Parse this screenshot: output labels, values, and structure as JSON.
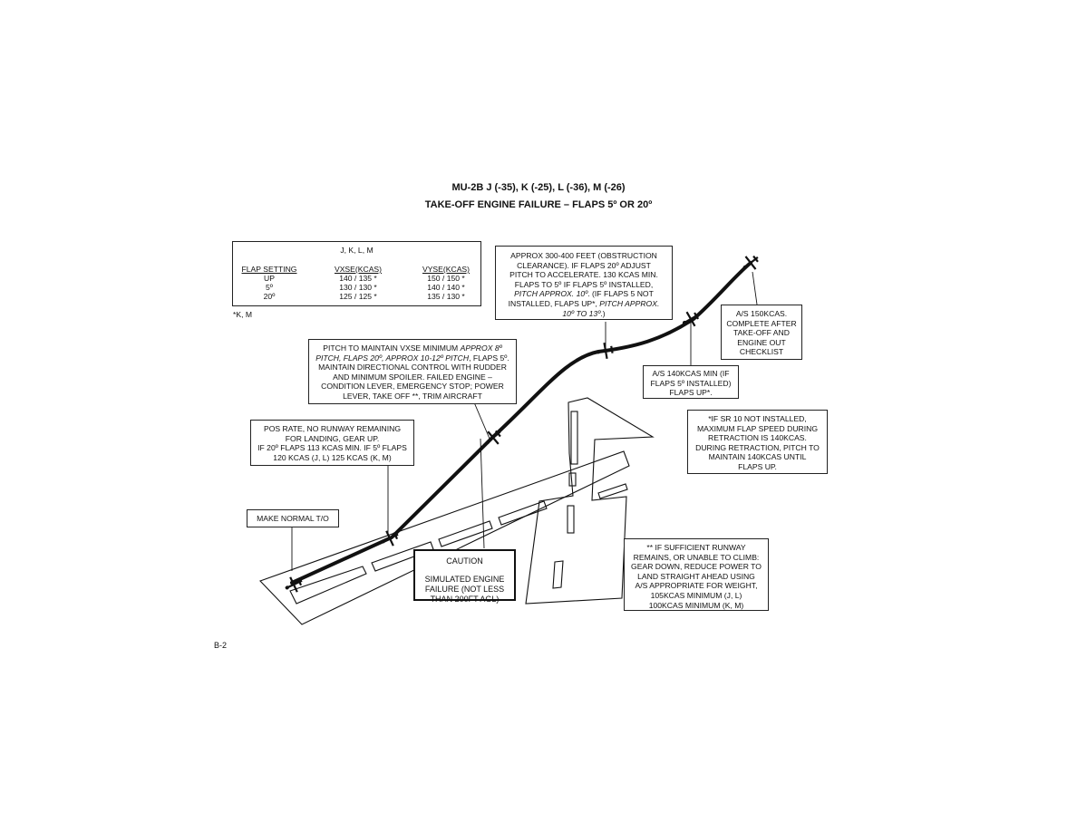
{
  "header": {
    "title": "MU-2B J (-35), K (-25), L (-36), M (-26)",
    "subtitle": "TAKE-OFF ENGINE FAILURE – FLAPS 5º OR 20º"
  },
  "flap_table": {
    "models": "J, K, L, M",
    "headers": [
      "FLAP SETTING",
      "VXSE(KCAS)",
      "VYSE(KCAS)"
    ],
    "rows": [
      [
        "UP",
        "140 / 135 *",
        "150 / 150 *"
      ],
      [
        "5º",
        "130 / 130 *",
        "140 / 140 *"
      ],
      [
        "20º",
        "125 / 125 *",
        "135 / 130 *"
      ]
    ],
    "footnote": "*K, M"
  },
  "callouts": {
    "normal_to": "MAKE NORMAL T/O",
    "pos_rate": [
      "POS RATE, NO RUNWAY REMAINING",
      "FOR LANDING, GEAR UP.",
      "IF 20º FLAPS 113 KCAS MIN. IF 5º FLAPS",
      "120 KCAS (J, L) 125 KCAS (K, M)"
    ],
    "pitch_vxse": {
      "l1a": "PITCH TO MAINTAIN VXSE MINIMUM ",
      "l1b": "APPROX 8º",
      "l2a": "PITCH, FLAPS 20º, APPROX 10-12º PITCH",
      "l2b": ", FLAPS 5º.",
      "l3": "MAINTAIN DIRECTIONAL CONTROL WITH RUDDER",
      "l4": "AND MINIMUM SPOILER.  FAILED ENGINE –",
      "l5": "CONDITION LEVER, EMERGENCY STOP; POWER",
      "l6": "LEVER, TAKE OFF **, TRIM AIRCRAFT"
    },
    "approx_300": {
      "l1": "APPROX 300-400 FEET (OBSTRUCTION",
      "l2": "CLEARANCE).  IF FLAPS 20º ADJUST",
      "l3": "PITCH TO ACCELERATE. 130 KCAS MIN.",
      "l4": "FLAPS TO 5º IF FLAPS 5º INSTALLED,",
      "l5": "PITCH APPROX. 10º",
      "l5b": ". (IF FLAPS 5 NOT",
      "l6a": "INSTALLED, FLAPS UP*, ",
      "l6b": "PITCH APPROX.",
      "l7a": "10º TO 13º",
      "l7b": ".)"
    },
    "as140": [
      "A/S 140KCAS MIN (IF",
      "FLAPS 5º INSTALLED)",
      "FLAPS UP*."
    ],
    "as150": [
      "A/S 150KCAS.",
      "COMPLETE AFTER",
      "TAKE-OFF AND",
      "ENGINE OUT",
      "CHECKLIST"
    ],
    "sr10": [
      "*IF SR 10 NOT INSTALLED,",
      "MAXIMUM FLAP SPEED DURING",
      "RETRACTION IS 140KCAS.",
      "DURING RETRACTION, PITCH TO",
      "MAINTAIN 140KCAS UNTIL",
      "FLAPS UP."
    ],
    "sufficient": [
      "** IF SUFFICIENT RUNWAY",
      "REMAINS, OR UNABLE TO CLIMB:",
      "GEAR DOWN, REDUCE POWER TO",
      "LAND STRAIGHT AHEAD USING",
      "A/S APPROPRIATE FOR WEIGHT,",
      "105KCAS MINIMUM (J, L)",
      "100KCAS MINIMUM (K, M)"
    ],
    "caution": {
      "head": "CAUTION",
      "body": [
        "SIMULATED ENGINE",
        "FAILURE (NOT LESS",
        "THAN 200FT AGL)"
      ]
    }
  },
  "page_number": "B-2",
  "colors": {
    "ink": "#111111",
    "paper": "#ffffff"
  },
  "icons": [
    "airplane-icon"
  ]
}
